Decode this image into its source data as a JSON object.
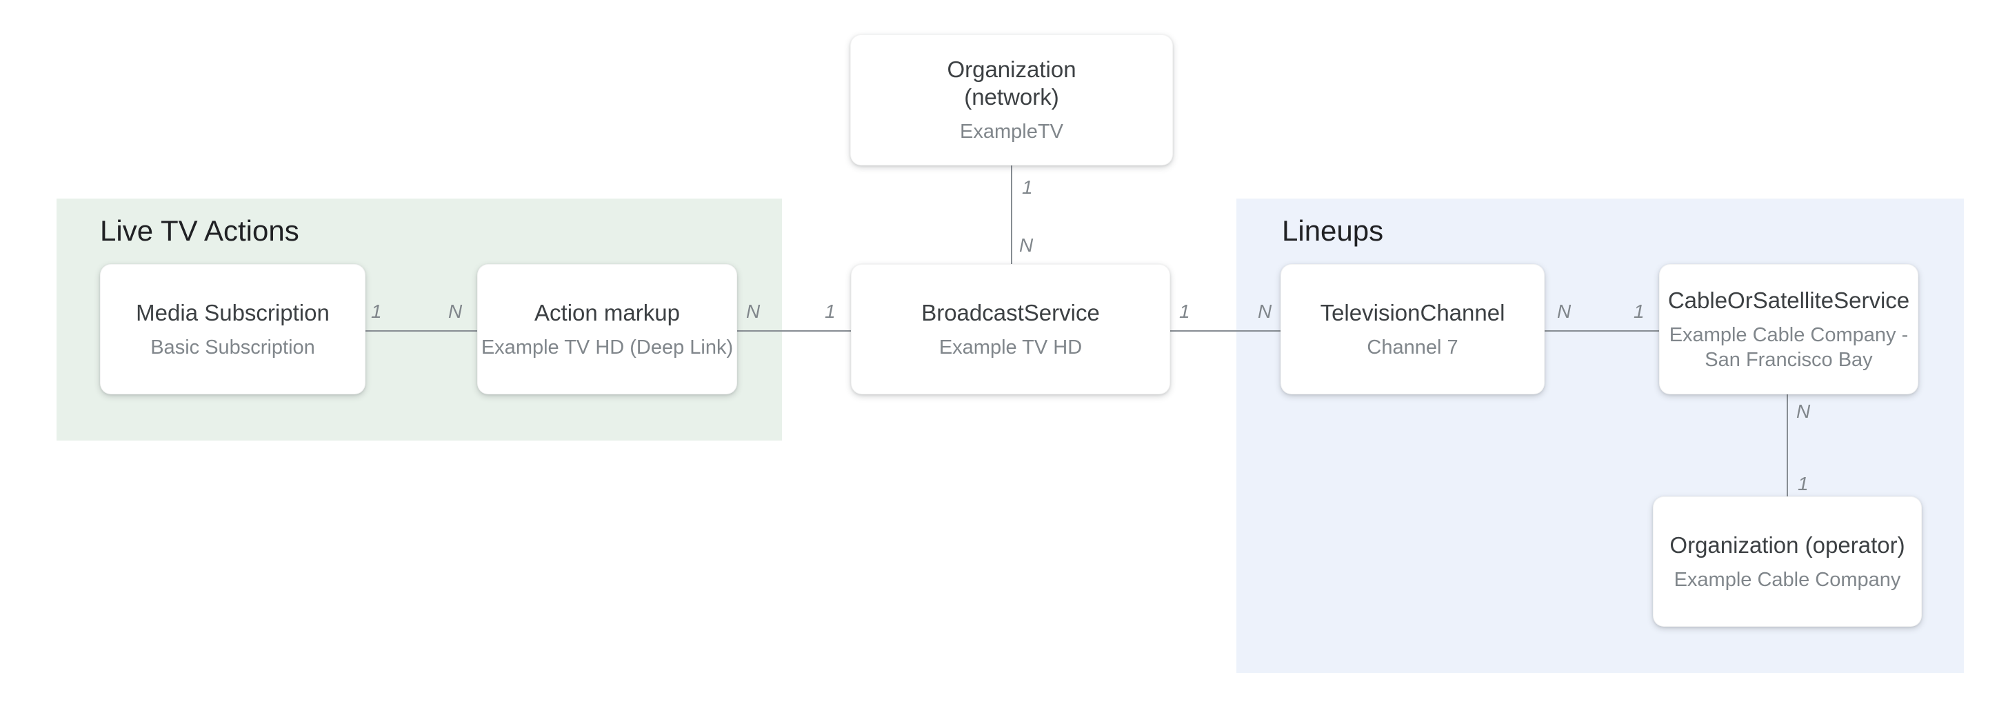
{
  "diagram": {
    "regions": {
      "live_tv_actions": {
        "title": "Live TV Actions",
        "color": "#e8f1ea"
      },
      "lineups": {
        "title": "Lineups",
        "color": "#edf2fb"
      }
    },
    "nodes": {
      "org_network": {
        "title": "Organization\n(network)",
        "subtitle": "ExampleTV"
      },
      "media_subscription": {
        "title": "Media Subscription",
        "subtitle": "Basic Subscription"
      },
      "action_markup": {
        "title": "Action markup",
        "subtitle": "Example TV HD (Deep Link)"
      },
      "broadcast_service": {
        "title": "BroadcastService",
        "subtitle": "Example TV HD"
      },
      "television_channel": {
        "title": "TelevisionChannel",
        "subtitle": "Channel 7"
      },
      "cable_or_satellite_service": {
        "title": "CableOrSatelliteService",
        "subtitle": "Example Cable Company -\nSan Francisco Bay"
      },
      "org_operator": {
        "title": "Organization (operator)",
        "subtitle": "Example Cable Company"
      }
    },
    "edges": {
      "media_subscription__action_markup": {
        "from_card": "1",
        "to_card": "N"
      },
      "action_markup__broadcast_service": {
        "from_card": "N",
        "to_card": "1"
      },
      "broadcast_service__television_channel": {
        "from_card": "1",
        "to_card": "N"
      },
      "television_channel__cable_or_satellite_service": {
        "from_card": "N",
        "to_card": "1"
      },
      "org_network__broadcast_service": {
        "from_card": "1",
        "to_card": "N"
      },
      "cable_or_satellite_service__org_operator": {
        "from_card": "N",
        "to_card": "1"
      }
    },
    "colors": {
      "background": "#ffffff",
      "region_green": "#e8f1ea",
      "region_blue": "#edf2fb",
      "node_background": "#ffffff",
      "node_title_text": "#3c4043",
      "node_subtitle_text": "#80868b",
      "section_title_text": "#202124",
      "edge_line": "#878d93",
      "cardinality_text": "#80868b"
    }
  }
}
